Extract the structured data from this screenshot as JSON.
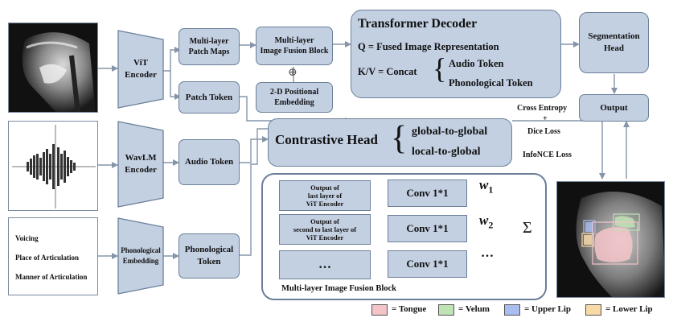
{
  "encoders": {
    "vit": [
      "ViT",
      "Encoder"
    ],
    "wavlm": [
      "WavLM",
      "Encoder"
    ],
    "phon": [
      "Phonological",
      "Embedding"
    ]
  },
  "patch_maps": [
    "Multi-layer",
    "Patch Maps"
  ],
  "patch_token": "Patch Token",
  "audio_token": "Audio Token",
  "phon_token": [
    "Phonological",
    "Token"
  ],
  "fusion_block": [
    "Multi-layer",
    "Image Fusion Block"
  ],
  "positional": [
    "2-D Positional",
    "Embedding"
  ],
  "oplus": "⊕",
  "decoder": {
    "title": "Transformer Decoder",
    "q": "Q = Fused Image Representation",
    "kv": "K/V = Concat",
    "items": [
      "Audio Token",
      "Phonological Token"
    ]
  },
  "seg_head": [
    "Segmentation",
    "Head"
  ],
  "output": "Output",
  "contrastive": {
    "title": "Contrastive Head",
    "items": [
      "global-to-global",
      "local-to-global"
    ]
  },
  "losses": {
    "ce": "Cross Entropy",
    "plus": "+",
    "dice": "Dice Loss",
    "infonce": "InfoNCE Loss"
  },
  "features": [
    "Voicing",
    "Place of Articulation",
    "Manner of Articulation"
  ],
  "fusion_detail": {
    "inputs": [
      [
        "Output of",
        "last layer of",
        "ViT Encoder"
      ],
      [
        "Output of",
        "second to last layer of",
        "ViT Encoder"
      ],
      [
        "…"
      ]
    ],
    "conv": [
      "Conv 1*1",
      "Conv 1*1",
      "Conv 1*1"
    ],
    "weights": [
      {
        "base": "w",
        "sub": "1"
      },
      {
        "base": "w",
        "sub": "2"
      },
      {
        "base": "…",
        "sub": ""
      }
    ],
    "sum": "Σ",
    "caption": "Multi-layer Image Fusion Block"
  },
  "legend": [
    {
      "label": "= Tongue",
      "color": "#f4c4c8"
    },
    {
      "label": "= Velum",
      "color": "#bfe3b4"
    },
    {
      "label": "= Upper Lip",
      "color": "#a9bdf0"
    },
    {
      "label": "= Lower Lip",
      "color": "#f8d9a8"
    }
  ]
}
